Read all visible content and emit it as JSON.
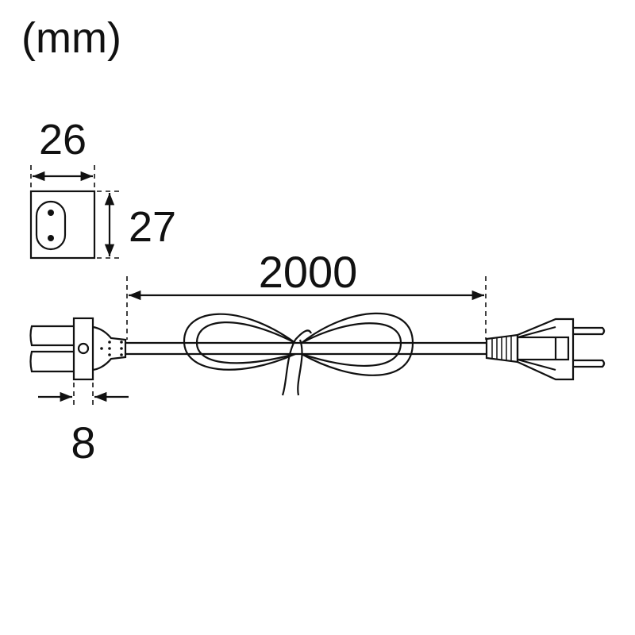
{
  "unit_label": "(mm)",
  "dimensions": {
    "connector_width": "26",
    "connector_height": "27",
    "cable_length": "2000",
    "collar_thickness": "8"
  },
  "colors": {
    "line": "#111111",
    "background": "#ffffff"
  }
}
